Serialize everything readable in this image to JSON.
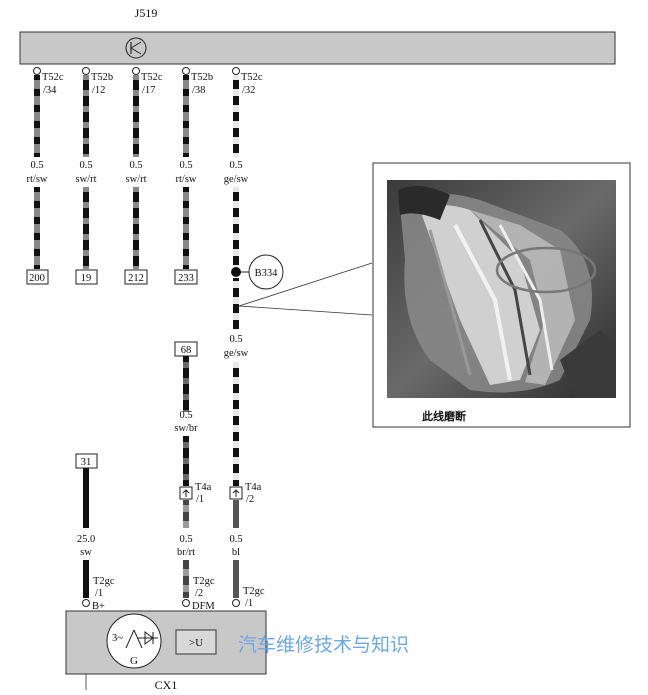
{
  "top_module": {
    "name": "J519"
  },
  "bottom_module": {
    "name": "CX1",
    "rectifier_label": ">U",
    "generator_label": "G",
    "phase_label": "3~"
  },
  "wires": [
    {
      "pin": "T52c",
      "pin_num": "/34",
      "size": "0.5",
      "color": "rt/sw",
      "target": "200"
    },
    {
      "pin": "T52b",
      "pin_num": "/12",
      "size": "0.5",
      "color": "sw/rt",
      "target": "19"
    },
    {
      "pin": "T52c",
      "pin_num": "/17",
      "size": "0.5",
      "color": "sw/rt",
      "target": "212"
    },
    {
      "pin": "T52b",
      "pin_num": "/38",
      "size": "0.5",
      "color": "rt/sw",
      "target": "233"
    },
    {
      "pin": "T52c",
      "pin_num": "/32",
      "size": "0.5",
      "color": "ge/sw"
    }
  ],
  "splice": {
    "label": "B334",
    "size": "0.5",
    "color": "ge/sw"
  },
  "connector_t4a": [
    {
      "pin": "T4a",
      "pin_num": "/1"
    },
    {
      "pin": "T4a",
      "pin_num": "/2"
    }
  ],
  "lower_wires": [
    {
      "source": "31",
      "size": "25.0",
      "color": "sw",
      "pin": "T2gc",
      "pin_num": "/1",
      "signal": "B+"
    },
    {
      "source": "68",
      "size_top": "0.5",
      "color_top": "sw/br",
      "size": "0.5",
      "color": "br/rt",
      "pin": "T2gc",
      "pin_num": "/2",
      "signal": "DFM"
    },
    {
      "size": "0.5",
      "color": "bl",
      "pin": "T2gc",
      "pin_num": "/1"
    }
  ],
  "photo": {
    "caption": "此线磨断"
  },
  "watermark": {
    "text": "汽车维修技术与知识"
  }
}
